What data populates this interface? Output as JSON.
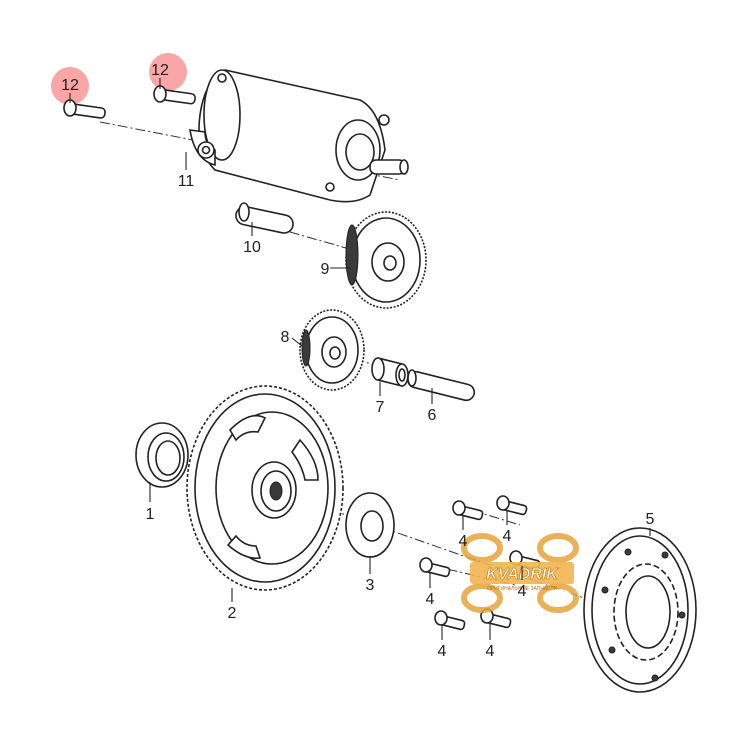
{
  "callouts": [
    {
      "id": "c1",
      "label": "1"
    },
    {
      "id": "c2",
      "label": "2"
    },
    {
      "id": "c3",
      "label": "3"
    },
    {
      "id": "c4a",
      "label": "4"
    },
    {
      "id": "c4b",
      "label": "4"
    },
    {
      "id": "c4c",
      "label": "4"
    },
    {
      "id": "c4d",
      "label": "4"
    },
    {
      "id": "c4e",
      "label": "4"
    },
    {
      "id": "c4f",
      "label": "4"
    },
    {
      "id": "c5",
      "label": "5"
    },
    {
      "id": "c6",
      "label": "6"
    },
    {
      "id": "c7",
      "label": "7"
    },
    {
      "id": "c8",
      "label": "8"
    },
    {
      "id": "c9",
      "label": "9"
    },
    {
      "id": "c10",
      "label": "10"
    },
    {
      "id": "c11",
      "label": "11"
    },
    {
      "id": "c12a",
      "label": "12"
    },
    {
      "id": "c12b",
      "label": "12"
    }
  ],
  "highlight_color": "#f25c5c",
  "watermark": {
    "brand": "KVADRIK",
    "tagline": "ОРИГИНАЛЬНЫЕ ЗАПЧАСТИ",
    "accent": "#e6a43b"
  }
}
